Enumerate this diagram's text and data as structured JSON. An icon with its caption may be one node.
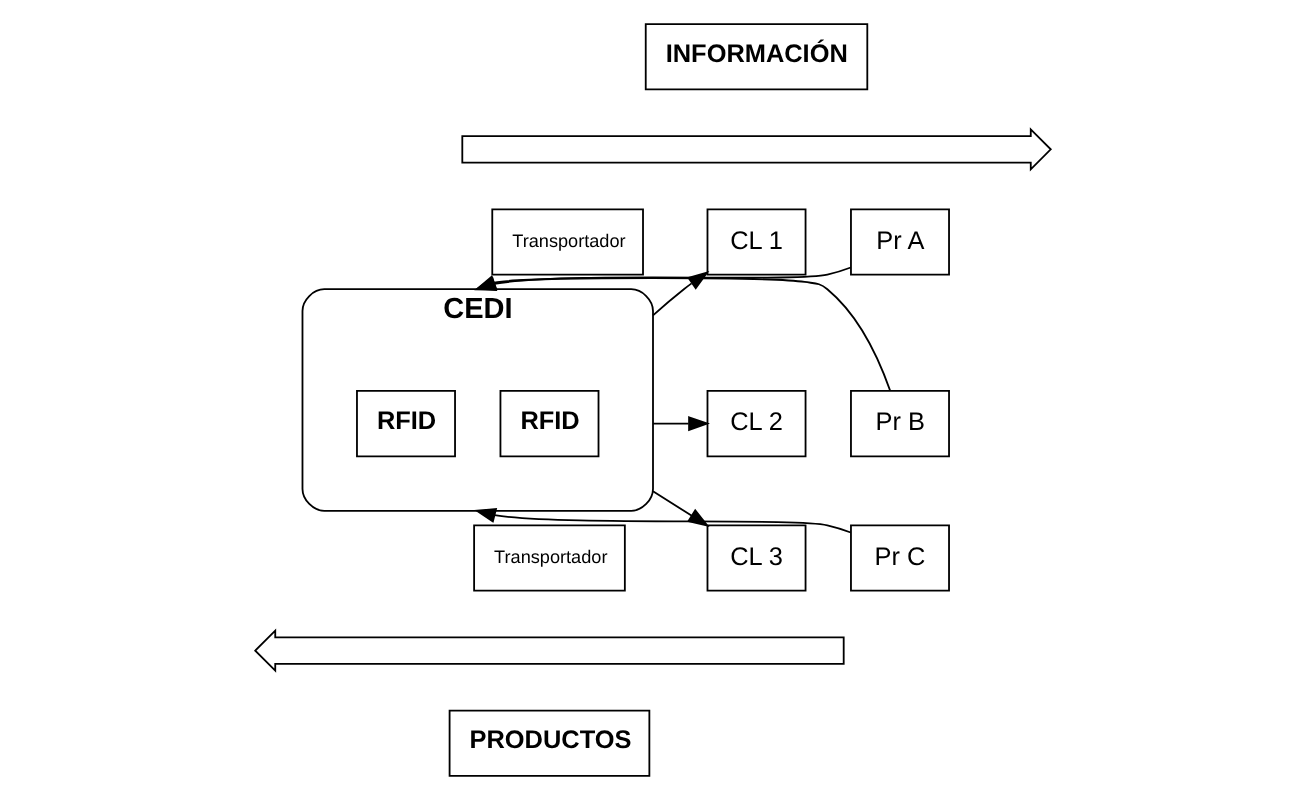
{
  "diagram": {
    "nodes": [
      {
        "text": [
          "INFORMACIÓN"
        ]
      },
      {
        "text": [],
        "shape": "arrow"
      },
      {
        "text": [
          "Transportador"
        ]
      },
      {
        "text": [
          "CEDI"
        ]
      },
      {
        "text": [
          "CL 1"
        ]
      },
      {
        "text": [
          "Pr A"
        ]
      },
      {
        "text": [
          "CL 2"
        ]
      },
      {
        "text": [
          "RFID"
        ],
        "in": 3
      },
      {
        "text": [
          "RFID"
        ],
        "in": 3
      },
      {
        "text": [
          "Pr B"
        ]
      },
      {
        "text": [
          "CL 3"
        ]
      },
      {
        "text": [
          "Pr C"
        ]
      },
      {
        "text": [
          "Transportador"
        ]
      },
      {
        "text": [],
        "shape": "arrow"
      },
      {
        "text": [
          "PRODUCTOS"
        ]
      }
    ],
    "edges": [
      {
        "from": 3,
        "to": 4,
        "arrow": "to"
      },
      {
        "from": 3,
        "to": 6,
        "arrow": "to"
      },
      {
        "from": 3,
        "to": 10,
        "arrow": "to"
      },
      {
        "from": 5,
        "to": 3,
        "arrow": "to"
      },
      {
        "from": 9,
        "to": 3,
        "arrow": "to"
      },
      {
        "from": 11,
        "to": 3,
        "arrow": "to"
      }
    ]
  }
}
